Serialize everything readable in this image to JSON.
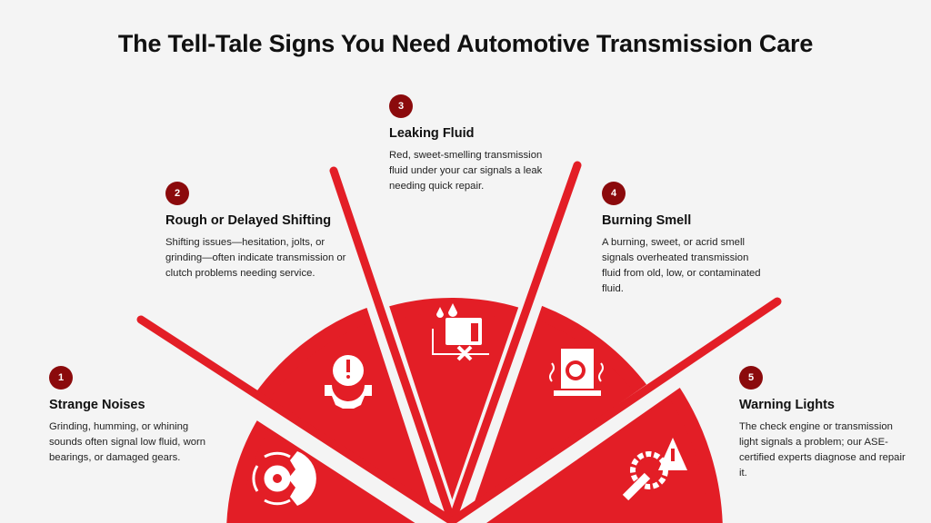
{
  "title": "The Tell-Tale Signs You Need Automotive Transmission Care",
  "colors": {
    "accent": "#e31e26",
    "badge": "#8b0a0c",
    "background": "#f4f4f4"
  },
  "signs": [
    {
      "number": "1",
      "title": "Strange Noises",
      "description": "Grinding, humming, or whining sounds often signal low fluid, worn bearings, or damaged gears.",
      "icon": "noise-gear-icon"
    },
    {
      "number": "2",
      "title": "Rough or Delayed Shifting",
      "description": "Shifting issues—hesitation, jolts, or grinding—often indicate transmission or clutch problems needing service.",
      "icon": "alert-gear-icon"
    },
    {
      "number": "3",
      "title": "Leaking Fluid",
      "description": "Red, sweet-smelling transmission fluid under your car signals a leak needing quick repair.",
      "icon": "fluid-leak-icon"
    },
    {
      "number": "4",
      "title": "Burning Smell",
      "description": "A burning, sweet, or acrid smell signals overheated transmission fluid from old, low, or contaminated fluid.",
      "icon": "overheat-icon"
    },
    {
      "number": "5",
      "title": "Warning Lights",
      "description": "The check engine or transmission light signals a problem; our ASE-certified experts diagnose and repair it.",
      "icon": "warning-gear-icon"
    }
  ]
}
